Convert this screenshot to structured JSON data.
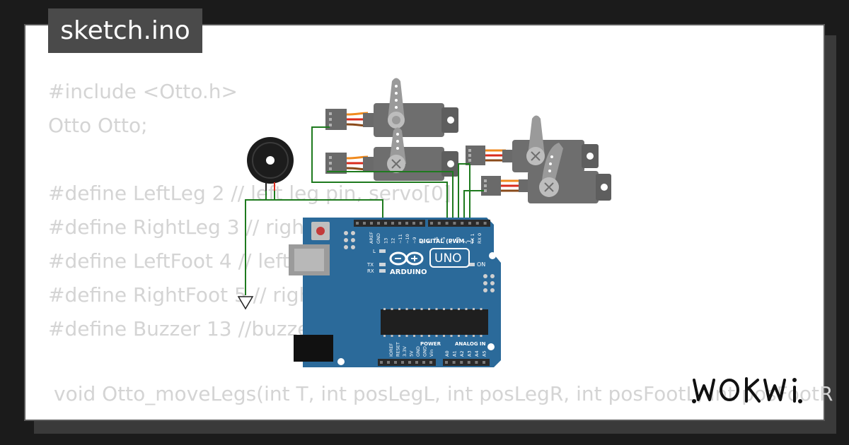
{
  "file": {
    "name": "sketch.ino"
  },
  "code": {
    "lines": [
      "#include <Otto.h>",
      "Otto Otto;",
      "",
      "#define LeftLeg 2 // left leg pin, servo[0]",
      "#define RightLeg 3 // right leg pin, servo[1]",
      "#define LeftFoot 4 // left foot pin, servo[2]",
      "#define RightFoot 5 // right foot pin, servo[3]",
      "#define Buzzer 13 //buzzer pin"
    ],
    "last_line": "void Otto_moveLegs(int T, int posLegL, int posLegR, int posFootL, int posFootR"
  },
  "board": {
    "brand": "ARDUINO",
    "model": "UNO",
    "digital_label": "DIGITAL (PWM ~)",
    "power_label": "POWER",
    "analog_label": "ANALOG IN",
    "on_label": "ON",
    "led_l": "L",
    "led_tx": "TX",
    "led_rx": "RX",
    "top_pins": [
      "AREF",
      "GND",
      "13",
      "12",
      "~11",
      "~10",
      "~9",
      "8",
      "7",
      "~6",
      "~5",
      "4",
      "~3",
      "2",
      "TX 1",
      "RX 0"
    ],
    "power_pins": [
      "IOREF",
      "RESET",
      "3.3V",
      "5V",
      "GND",
      "GND",
      "Vin"
    ],
    "analog_pins": [
      "A0",
      "A1",
      "A2",
      "A3",
      "A4",
      "A5"
    ]
  },
  "brand": {
    "logo": "WOKWi"
  },
  "colors": {
    "background": "#1b1b1b",
    "card": "#ffffff",
    "label_bg": "#4a4a4a",
    "code_text": "#d4d4d4",
    "board_blue": "#2b6a9a",
    "wire_green": "#1e7a1e",
    "servo_gray": "#6e6e6e"
  }
}
